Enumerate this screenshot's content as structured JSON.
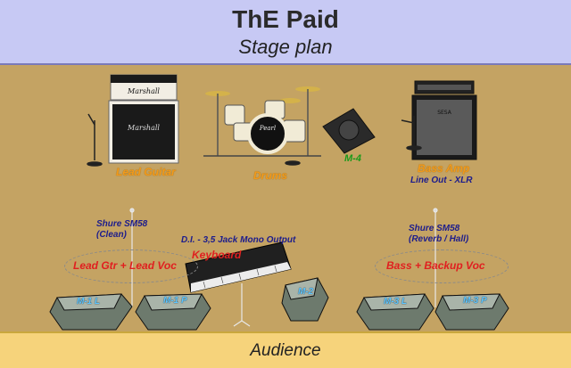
{
  "header": {
    "band": "ThE Paid",
    "subtitle": "Stage plan"
  },
  "footer": {
    "audience": "Audience"
  },
  "instruments": {
    "lead_guitar": "Lead Guitar",
    "drums": "Drums",
    "m4": "M-4",
    "bass_amp": "Bass Amp",
    "bass_line_out": "Line Out - XLR"
  },
  "mics": {
    "left": {
      "model": "Shure SM58",
      "note": "(Clean)"
    },
    "right": {
      "model": "Shure SM58",
      "note": "(Reverb / Hall)"
    }
  },
  "keyboard": {
    "di": "D.I. - 3,5 Jack Mono Output",
    "label": "Keyboard"
  },
  "positions": {
    "left": "Lead Gtr + Lead Voc",
    "right": "Bass + Backup Voc"
  },
  "monitors": {
    "m1l": "M-1 L",
    "m1p": "M-1 P",
    "m2": "M-2",
    "m3l": "M-3 L",
    "m3p": "M-3 P"
  },
  "brands": {
    "marshall": "Marshall",
    "pearl": "Pearl",
    "sesa": "SESA"
  },
  "colors": {
    "stage": "#c4a363",
    "header": "#c7c9f4",
    "audience": "#f6d37b",
    "orange_label": "#f29a1b",
    "red_label": "#e02020",
    "navy_label": "#1c1c8c"
  }
}
